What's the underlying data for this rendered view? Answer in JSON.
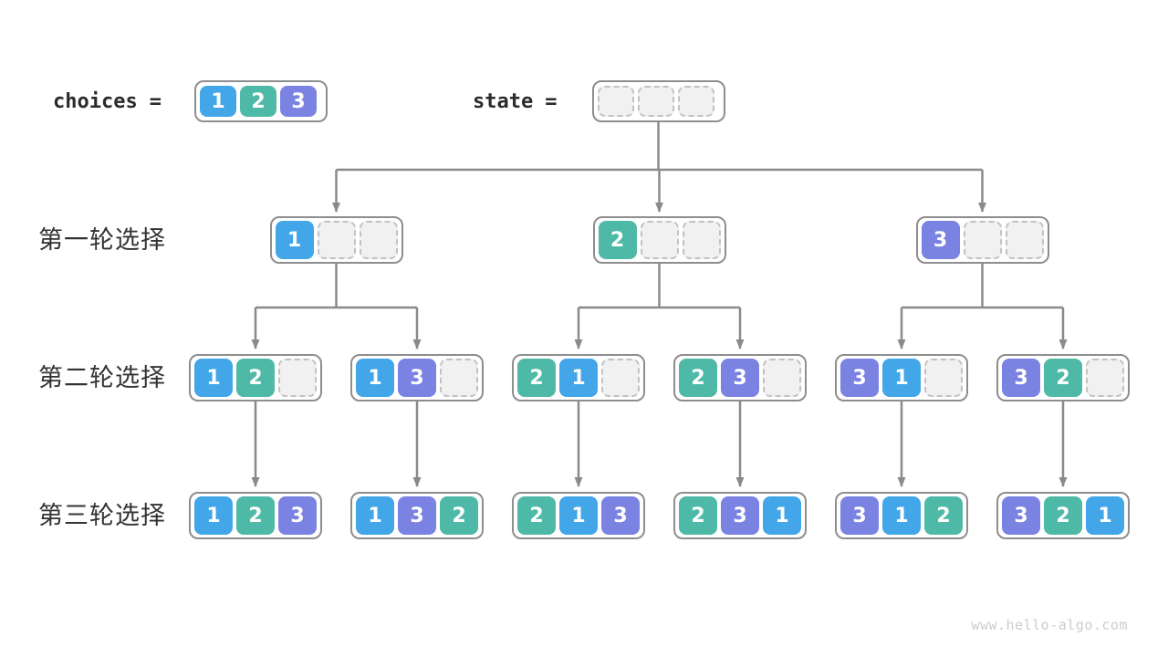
{
  "header": {
    "choices_label": "choices",
    "choices_equals": "=",
    "choices_values": [
      "1",
      "2",
      "3"
    ],
    "state_label": "state",
    "state_equals": "=",
    "state_values": [
      "",
      "",
      ""
    ]
  },
  "rounds": [
    {
      "label": "第一轮选择",
      "nodes": [
        [
          "1",
          "",
          ""
        ],
        [
          "2",
          "",
          ""
        ],
        [
          "3",
          "",
          ""
        ]
      ]
    },
    {
      "label": "第二轮选择",
      "nodes": [
        [
          "1",
          "2",
          ""
        ],
        [
          "1",
          "3",
          ""
        ],
        [
          "2",
          "1",
          ""
        ],
        [
          "2",
          "3",
          ""
        ],
        [
          "3",
          "1",
          ""
        ],
        [
          "3",
          "2",
          ""
        ]
      ]
    },
    {
      "label": "第三轮选择",
      "nodes": [
        [
          "1",
          "2",
          "3"
        ],
        [
          "1",
          "3",
          "2"
        ],
        [
          "2",
          "1",
          "3"
        ],
        [
          "2",
          "3",
          "1"
        ],
        [
          "3",
          "1",
          "2"
        ],
        [
          "3",
          "2",
          "1"
        ]
      ]
    }
  ],
  "colors": {
    "value_1": "#42a6e8",
    "value_2": "#4fb9a7",
    "value_3": "#7a82e2",
    "arrow": "#8a8a8a",
    "container_border": "#8e8e8e",
    "empty_fill": "#f1f1f2",
    "empty_border": "#c2c2c2"
  },
  "watermark": "www.hello-algo.com"
}
